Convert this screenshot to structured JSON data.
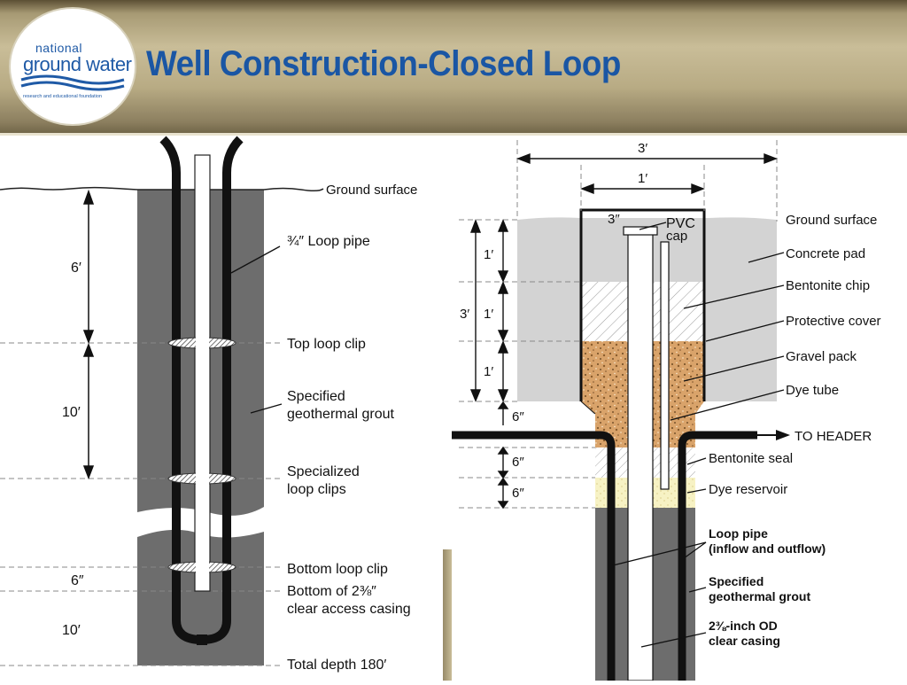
{
  "logo": {
    "line1": "national",
    "line2": "ground water",
    "line3": "research and educational foundation"
  },
  "title": "Well Construction-Closed Loop",
  "left_diagram": {
    "labels": {
      "ground_surface": "Ground surface",
      "loop_pipe": "¾″ Loop pipe",
      "top_loop_clip": "Top loop clip",
      "grout_1": "Specified",
      "grout_2": "geothermal grout",
      "clips_1": "Specialized",
      "clips_2": "loop clips",
      "bottom_clip": "Bottom loop clip",
      "casing_1": "Bottom of 2⅜″",
      "casing_2": "clear access casing",
      "total_depth": "Total depth 180′"
    },
    "dimensions": {
      "d1": "6′",
      "d2": "10′",
      "d3": "6″",
      "d4": "10′"
    }
  },
  "right_diagram": {
    "labels": {
      "ground_surface": "Ground surface",
      "concrete_pad": "Concrete pad",
      "bentonite_chip": "Bentonite chip",
      "protective_cover": "Protective cover",
      "gravel_pack": "Gravel pack",
      "dye_tube": "Dye tube",
      "to_header": "TO HEADER",
      "bentonite_seal": "Bentonite seal",
      "dye_reservoir": "Dye reservoir",
      "loop_pipe_1": "Loop pipe",
      "loop_pipe_2": "(inflow and outflow)",
      "grout_1": "Specified",
      "grout_2": "geothermal grout",
      "casing_1": "2⅜-inch OD",
      "casing_2": "clear casing",
      "pvc_1": "PVC",
      "pvc_2": "cap"
    },
    "dimensions": {
      "width_outer": "3′",
      "width_inner": "1′",
      "cap_size": "3″",
      "h_total": "3′",
      "h1": "1′",
      "h2": "1′",
      "h3": "1′",
      "h4": "6″",
      "h5": "6″",
      "h6": "6″"
    }
  },
  "colors": {
    "title": "#1a56a4",
    "grout": "#6d6d6d",
    "concrete": "#d3d3d3",
    "gravel": "#d9a36a",
    "dye_reservoir": "#f7f2c4"
  }
}
